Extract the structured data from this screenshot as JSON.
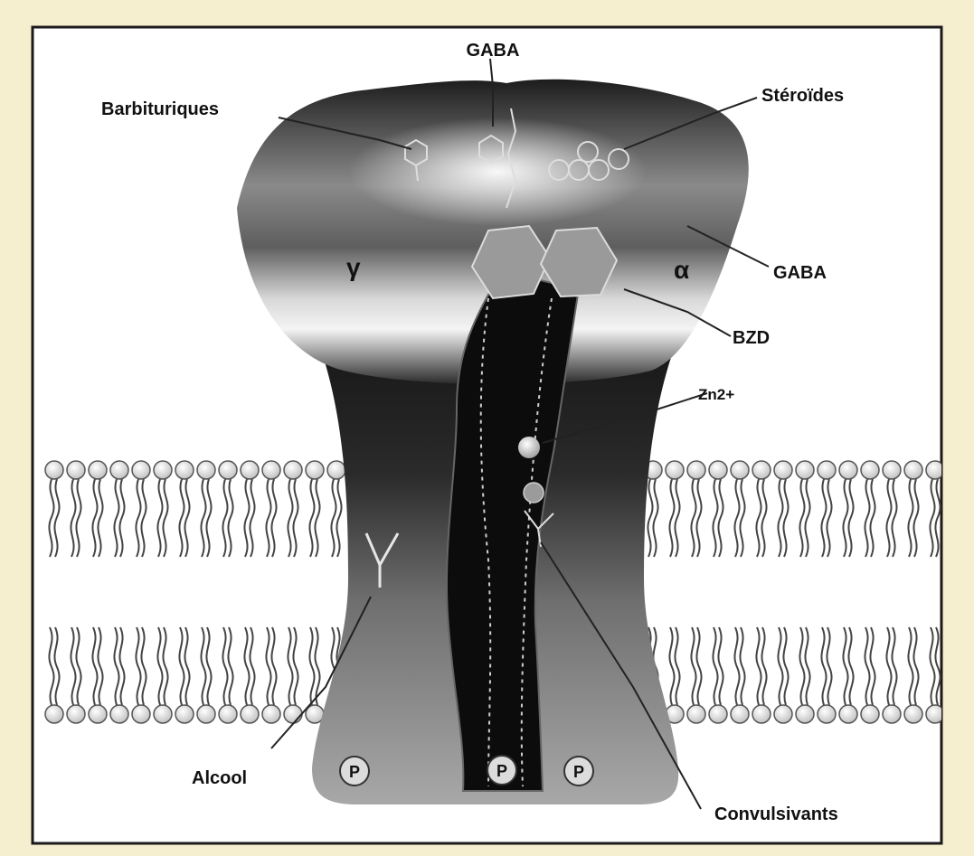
{
  "labels": {
    "gaba_top": "GABA",
    "barbituriques": "Barbituriques",
    "steroides": "Stéroïdes",
    "gaba_right": "GABA",
    "bzd": "BZD",
    "zinc": "Zn2+",
    "alcool": "Alcool",
    "convulsivants": "Convulsivants"
  },
  "subunits": {
    "gamma": "γ",
    "alpha": "α"
  },
  "phospho": {
    "p1": "P",
    "p2": "P",
    "p3": "P"
  },
  "colors": {
    "page_background": "#f6efcf",
    "frame": "#ffffff",
    "receptor_dark": "#1a1a1a",
    "receptor_light": "#e4e4e4",
    "membrane_head": "#f2f2f2",
    "text": "#111111"
  }
}
